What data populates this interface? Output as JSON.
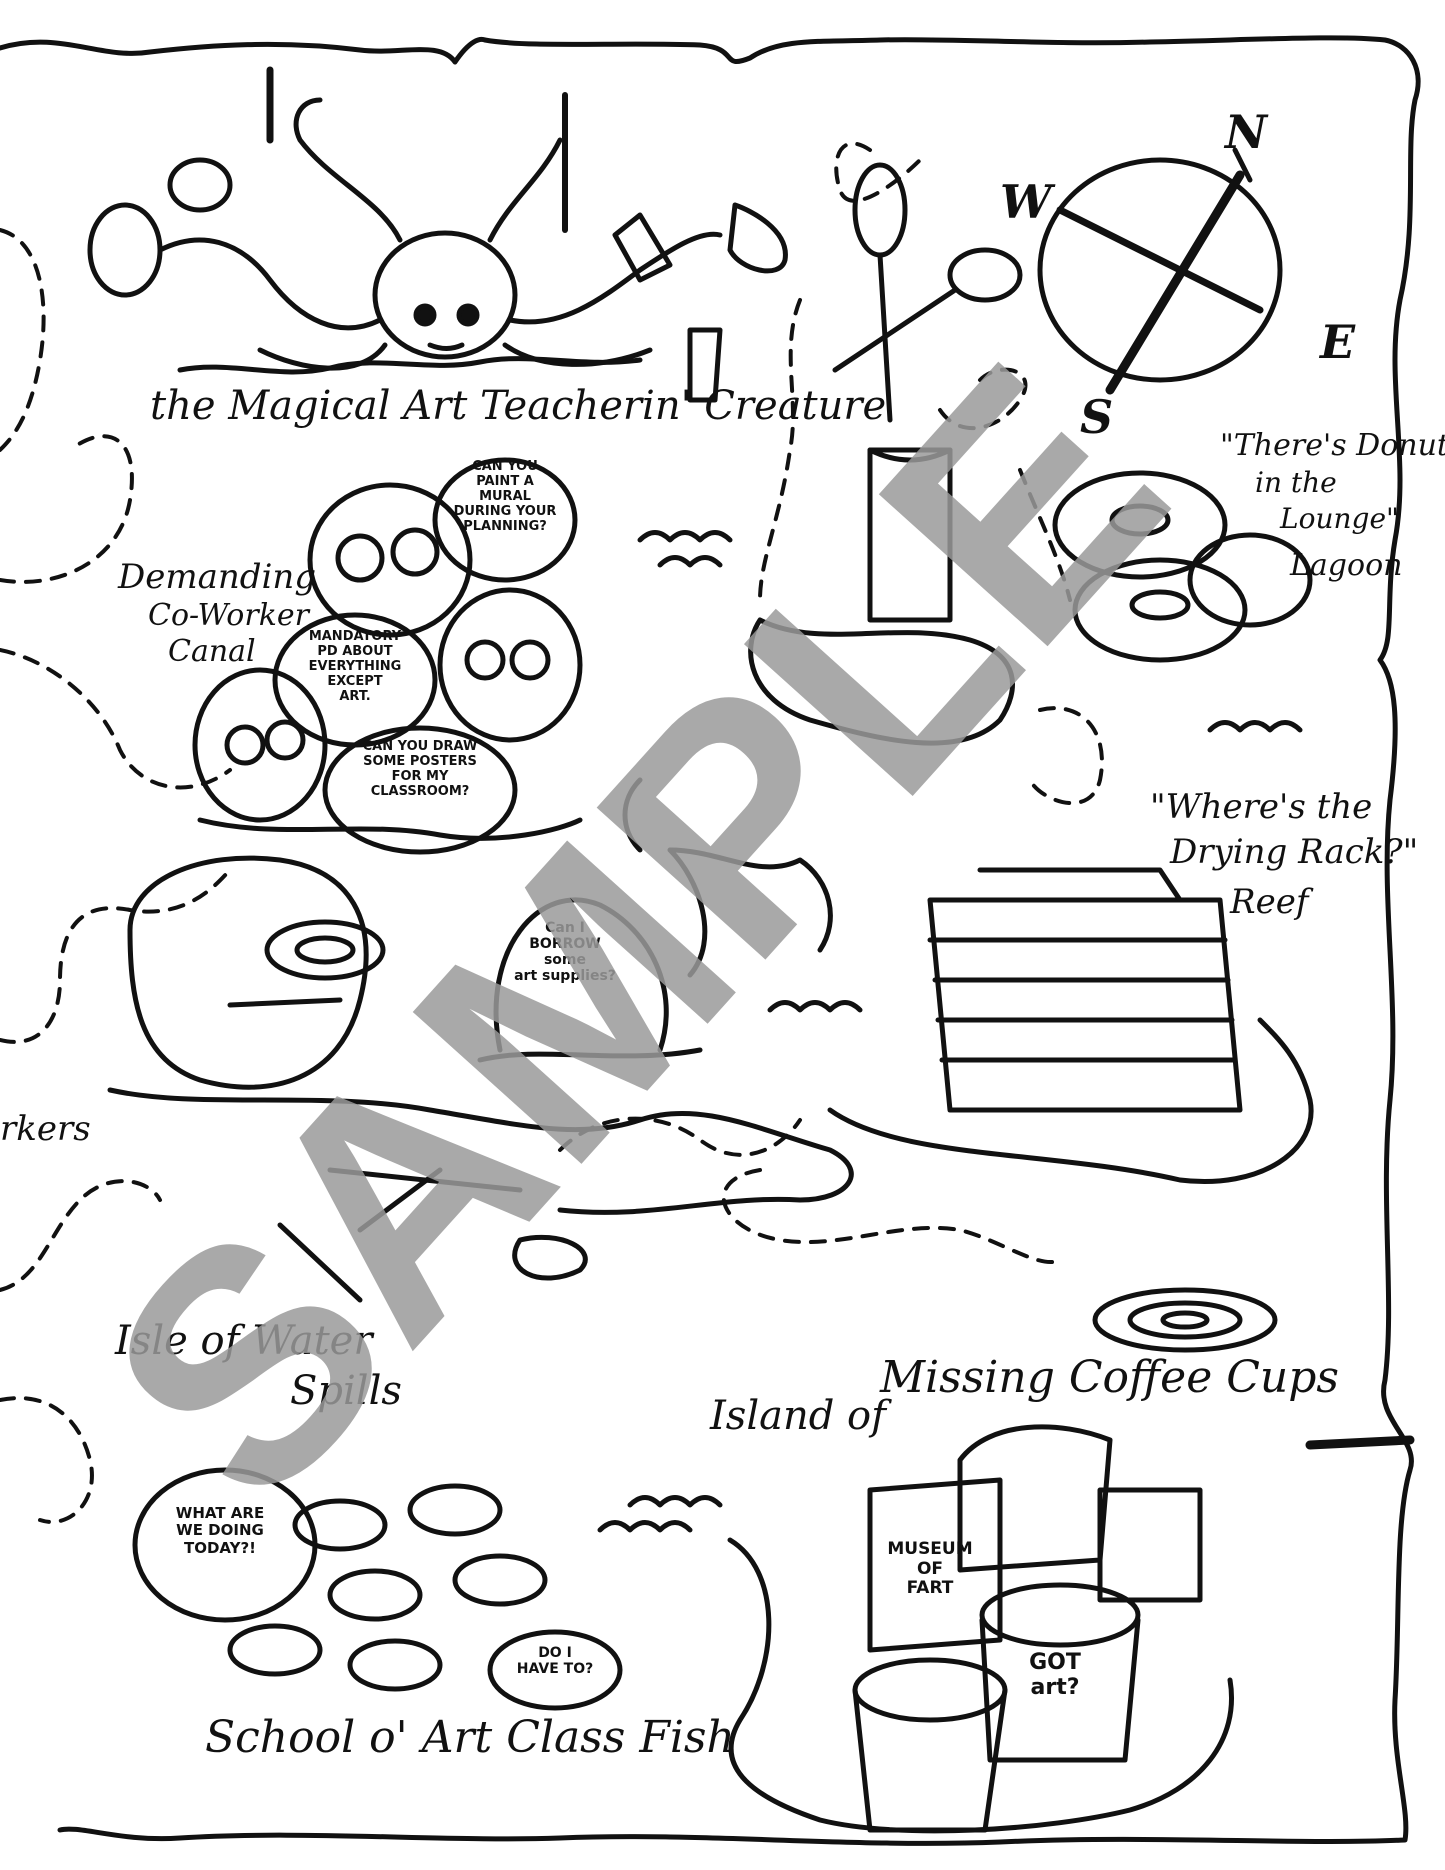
{
  "labels": {
    "creature": "the Magical Art Teacherin' Creature",
    "canal_1": "Demanding",
    "canal_2": "Co-Worker",
    "canal_3": "Canal",
    "donuts_1": "\"There's Donuts",
    "donuts_2": "in the",
    "donuts_3": "Lounge\"",
    "donuts_4": "Lagoon",
    "reef_1": "\"Where's the",
    "reef_2": "Drying Rack?\"",
    "reef_3": "Reef",
    "spills_1": "Isle of Water",
    "spills_2": "Spills",
    "coffee_1": "Island of",
    "coffee_2": "Missing Coffee Cups",
    "fish": "School o' Art Class Fish",
    "partial_left": "rkers"
  },
  "bubbles": {
    "mural": "Can you\npaint a\nmural\nduring your\nplanning?",
    "pd": "Mandatory\nPD about\neverything\nexcept\nart.",
    "posters": "Can you draw\nsome posters\nfor my\nclassroom?",
    "borrow": "Can I\nBORROW\nsome\nart supplies?",
    "fish_q": "What are\nwe doing\ntoday?!",
    "fish_a": "Do I\nhave to?"
  },
  "mugs": {
    "museum": "MUSEUM\nof\nFART",
    "got_art": "GOT\nart?"
  },
  "compass": {
    "n": "N",
    "e": "E",
    "s": "S",
    "w": "W"
  },
  "watermark": "SAMPLE",
  "colors": {
    "ink": "#111111",
    "paper": "#ffffff",
    "watermark": "#9a9a9a"
  }
}
